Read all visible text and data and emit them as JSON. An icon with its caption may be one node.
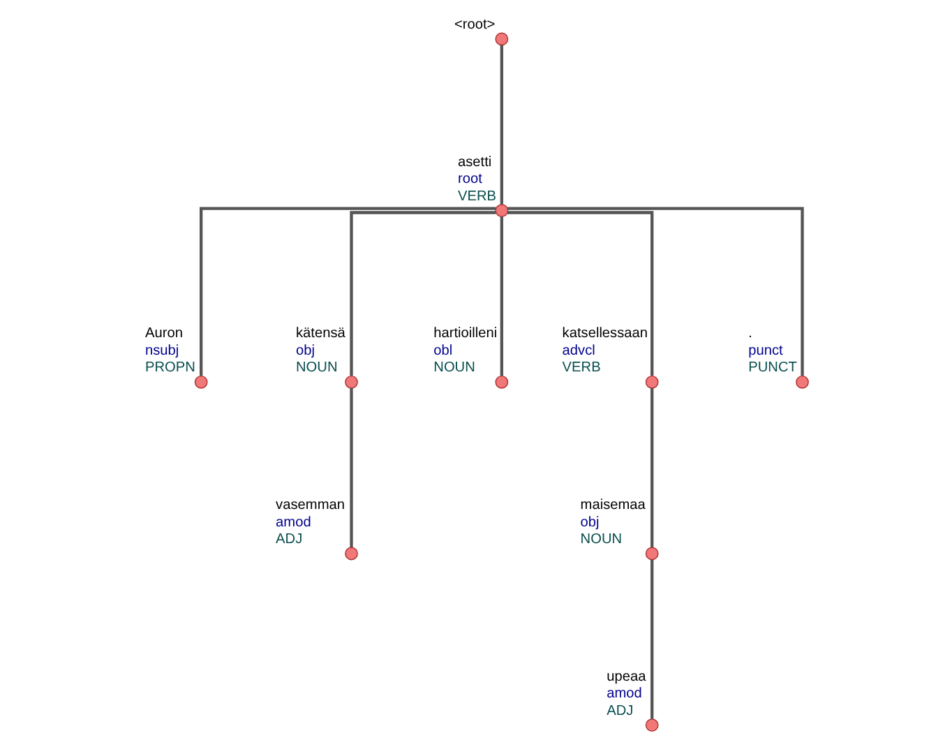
{
  "diagram": {
    "nodes": [
      {
        "text": [],
        "shape": "circle",
        "beside": [
          "<root>"
        ]
      },
      {
        "text": [],
        "shape": "circle",
        "beside": [
          "asetti",
          "root",
          "VERB"
        ]
      },
      {
        "text": [],
        "shape": "circle",
        "beside": [
          "Auron",
          "nsubj",
          "PROPN"
        ]
      },
      {
        "text": [],
        "shape": "circle",
        "beside": [
          "kätensä",
          "obj",
          "NOUN"
        ]
      },
      {
        "text": [],
        "shape": "circle",
        "beside": [
          "vasemman",
          "amod",
          "ADJ"
        ]
      },
      {
        "text": [],
        "shape": "circle",
        "beside": [
          "hartioilleni",
          "obl",
          "NOUN"
        ]
      },
      {
        "text": [],
        "shape": "circle",
        "beside": [
          "katsellessaan",
          "advcl",
          "VERB"
        ]
      },
      {
        "text": [],
        "shape": "circle",
        "beside": [
          "maisemaa",
          "obj",
          "NOUN"
        ]
      },
      {
        "text": [],
        "shape": "circle",
        "beside": [
          "upeaa",
          "amod",
          "ADJ"
        ]
      },
      {
        "text": [],
        "shape": "circle",
        "beside": [
          ".",
          "punct",
          "PUNCT"
        ]
      }
    ],
    "edges": [
      {
        "from": 0,
        "to": 1,
        "arrow": "none"
      },
      {
        "from": 1,
        "to": 2,
        "arrow": "none"
      },
      {
        "from": 1,
        "to": 3,
        "arrow": "none"
      },
      {
        "from": 3,
        "to": 4,
        "arrow": "none"
      },
      {
        "from": 1,
        "to": 5,
        "arrow": "none"
      },
      {
        "from": 1,
        "to": 6,
        "arrow": "none"
      },
      {
        "from": 6,
        "to": 7,
        "arrow": "none"
      },
      {
        "from": 7,
        "to": 8,
        "arrow": "none"
      },
      {
        "from": 1,
        "to": 9,
        "arrow": "none"
      }
    ]
  }
}
